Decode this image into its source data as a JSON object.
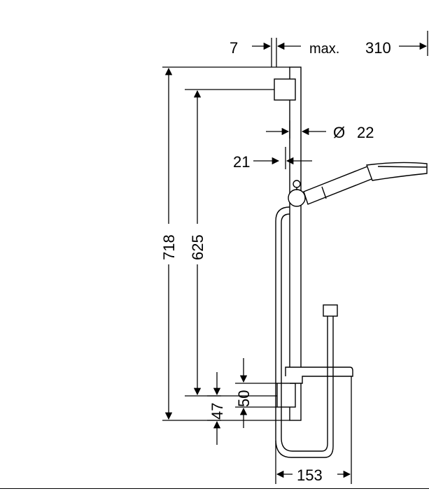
{
  "dimensions": {
    "offset": "7",
    "max_label": "max.",
    "max_reach": "310",
    "diameter_symbol": "Ø",
    "diameter": "22",
    "rail_offset": "21",
    "total_height": "718",
    "rail_height": "625",
    "bottom_spacing": "50",
    "base_spacing": "47",
    "soap_dish_width": "153"
  },
  "colors": {
    "line": "#000000",
    "background": "#ffffff"
  }
}
